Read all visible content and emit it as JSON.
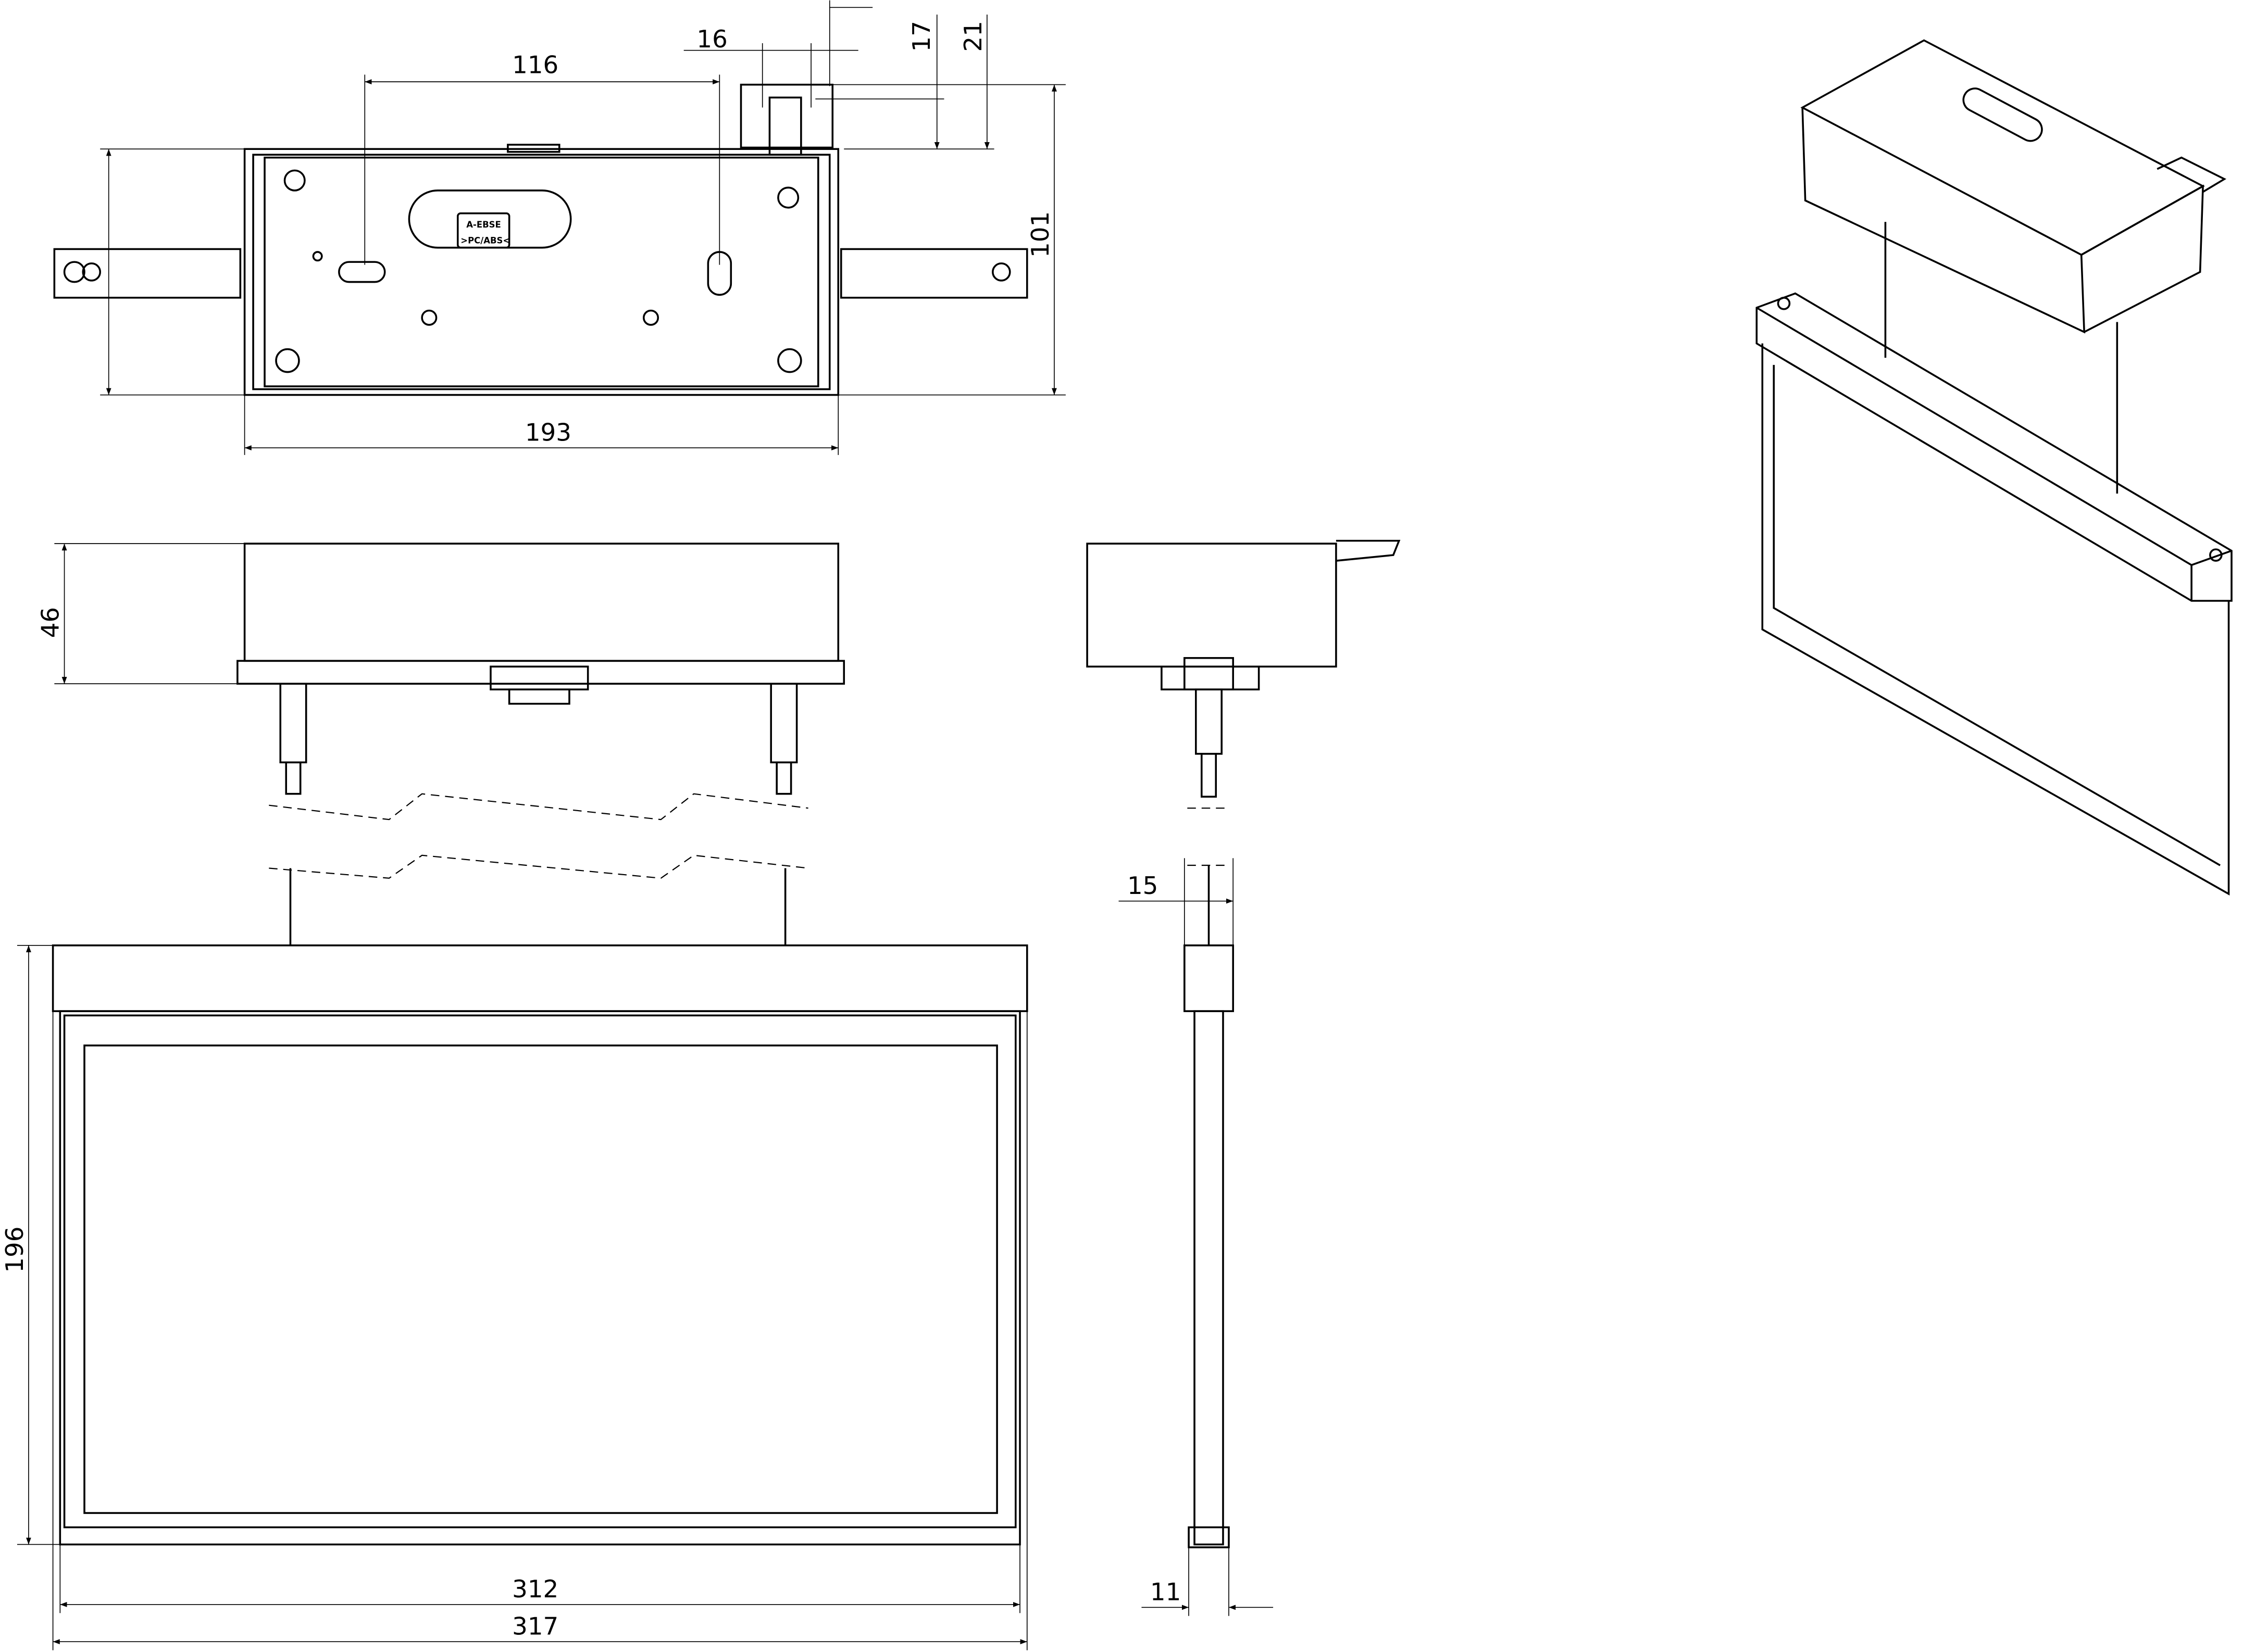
{
  "dimensions": {
    "top_view": {
      "d116": "116",
      "d16": "16",
      "d17": "17",
      "d21": "21",
      "d101": "101",
      "d193": "193"
    },
    "front_view": {
      "d46": "46",
      "d196": "196",
      "d312": "312",
      "d317": "317"
    },
    "side_view": {
      "d15": "15",
      "d11": "11"
    }
  },
  "housing_label": {
    "line1": "A-EBSE",
    "line2": ">PC/ABS<"
  }
}
